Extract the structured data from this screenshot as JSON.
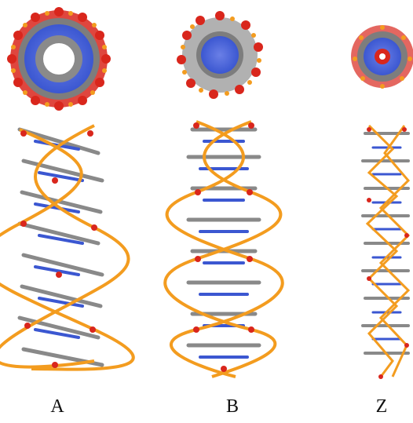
{
  "figure": {
    "panels": [
      {
        "id": "A",
        "label": "A"
      },
      {
        "id": "B",
        "label": "B"
      },
      {
        "id": "Z",
        "label": "Z"
      }
    ]
  },
  "colors": {
    "backbone": "#f39c1f",
    "phosphate_red": "#d9261c",
    "carbon_grey": "#7d7d7d",
    "nitrogen_blue": "#3b57d1",
    "background": "#ffffff"
  }
}
